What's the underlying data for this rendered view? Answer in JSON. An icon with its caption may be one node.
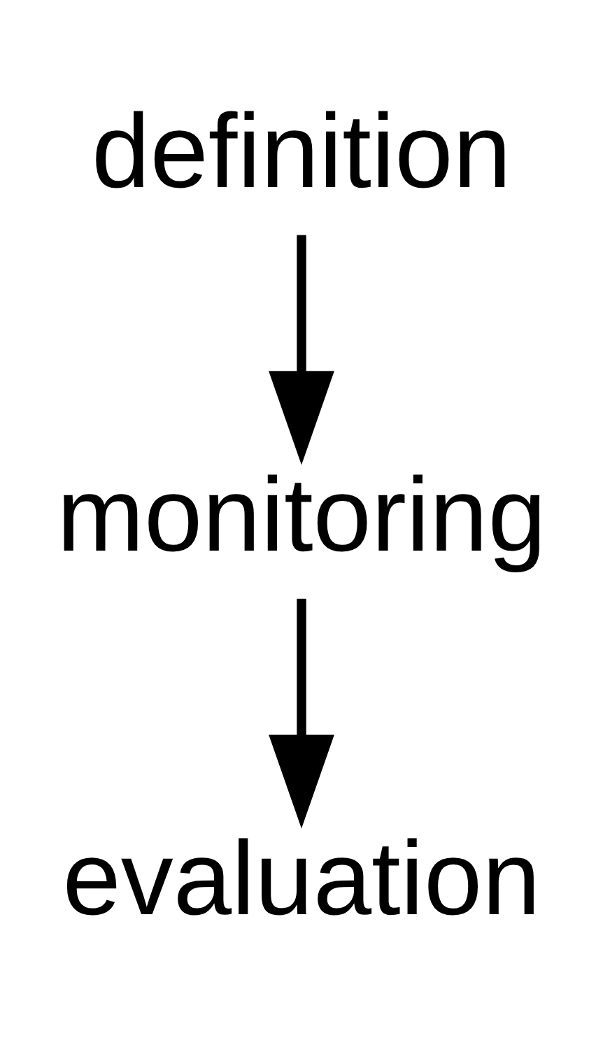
{
  "diagram": {
    "nodes": [
      {
        "text": [
          "definition"
        ]
      },
      {
        "text": [
          "monitoring"
        ]
      },
      {
        "text": [
          "evaluation"
        ]
      }
    ],
    "edges": [
      {
        "from": 0,
        "to": 1,
        "arrow": "to"
      },
      {
        "from": 1,
        "to": 2,
        "arrow": "to"
      }
    ]
  }
}
